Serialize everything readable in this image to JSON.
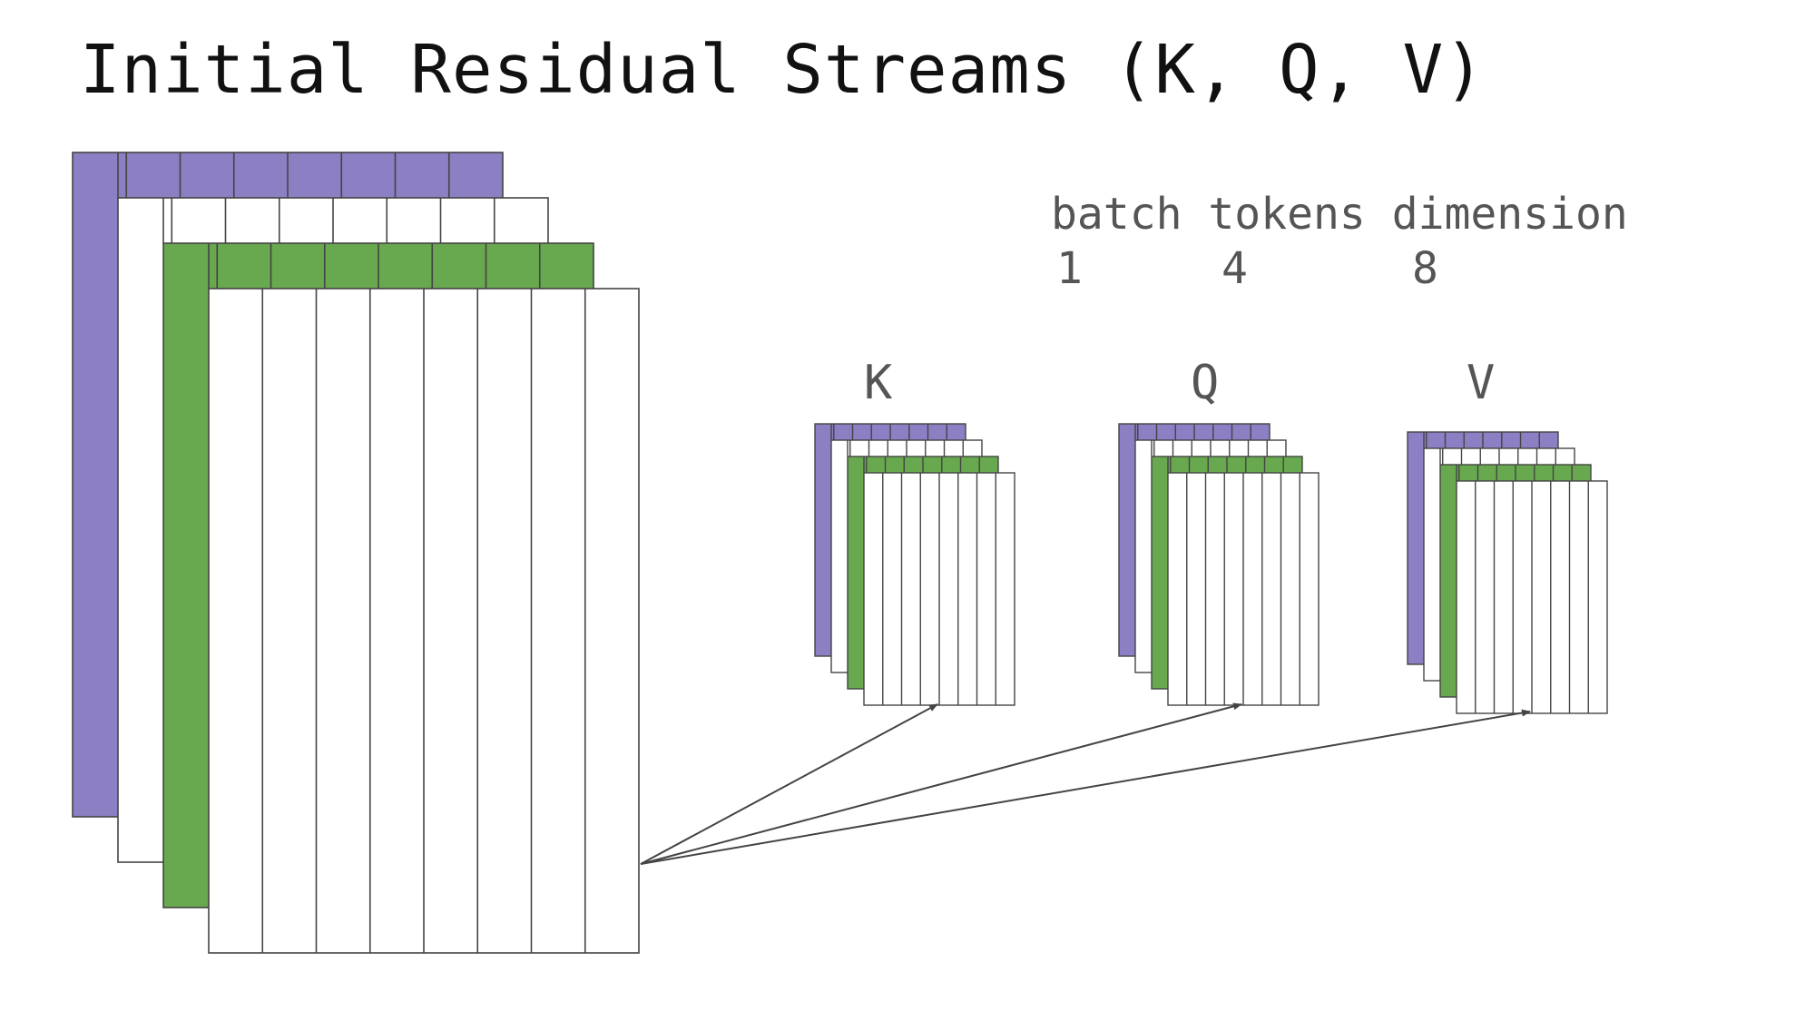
{
  "title": "Initial Residual Streams (K, Q, V)",
  "dims": {
    "headers": [
      "batch",
      "tokens",
      "dimension"
    ],
    "values": [
      "1",
      "4",
      "8"
    ]
  },
  "stacks": [
    "K",
    "Q",
    "V"
  ],
  "colors": {
    "purple": "#8c7fc3",
    "green": "#68a84e",
    "stroke": "#444444",
    "arrow": "#444444"
  }
}
